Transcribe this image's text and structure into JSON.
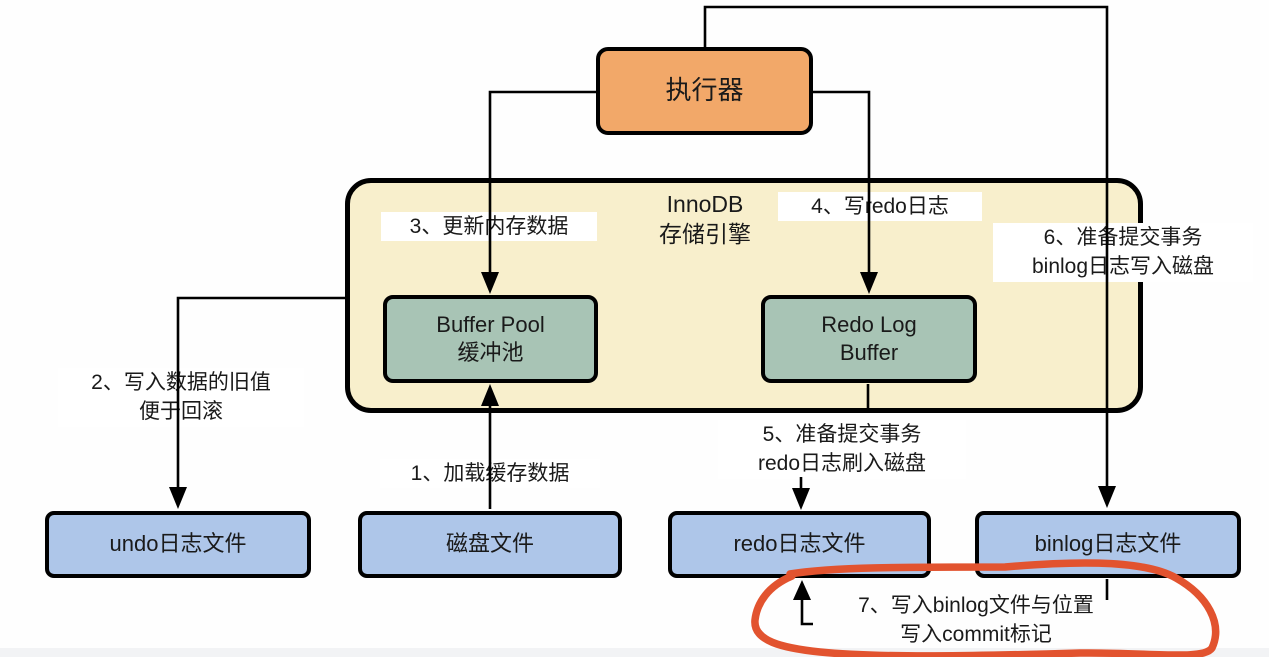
{
  "diagram_title": "InnoDB update-transaction flow (executor, buffer pool, redo log, binlog)",
  "colors": {
    "canvas-bg": "#fefefe",
    "bottom-strip": "#f2f3f5",
    "executor-fill": "#f2a869",
    "engine-fill": "#f8efcc",
    "memory-fill": "#a8c4b5",
    "file-fill": "#aec6e9",
    "line": "#000000",
    "highlight": "#e2532f",
    "label-bg": "#ffffff",
    "text": "#1a1a1a"
  },
  "nodes": {
    "executor": {
      "label": "执行器"
    },
    "innodb": {
      "line1": "InnoDB",
      "line2": "存储引擎"
    },
    "buffer_pool": {
      "line1": "Buffer Pool",
      "line2": "缓冲池"
    },
    "redo_log_buffer": {
      "line1": "Redo Log",
      "line2": "Buffer"
    },
    "undo_file": {
      "label": "undo日志文件"
    },
    "disk_file": {
      "label": "磁盘文件"
    },
    "redo_file": {
      "label": "redo日志文件"
    },
    "binlog_file": {
      "label": "binlog日志文件"
    }
  },
  "steps": {
    "step1": {
      "text": "1、加载缓存数据"
    },
    "step2": {
      "line1": "2、写入数据的旧值",
      "line2": "便于回滚"
    },
    "step3": {
      "text": "3、更新内存数据"
    },
    "step4": {
      "text": "4、写redo日志"
    },
    "step5": {
      "line1": "5、准备提交事务",
      "line2": "redo日志刷入磁盘"
    },
    "step6": {
      "line1": "6、准备提交事务",
      "line2": "binlog日志写入磁盘"
    },
    "step7": {
      "line1": "7、写入binlog文件与位置",
      "line2": "写入commit标记"
    }
  }
}
